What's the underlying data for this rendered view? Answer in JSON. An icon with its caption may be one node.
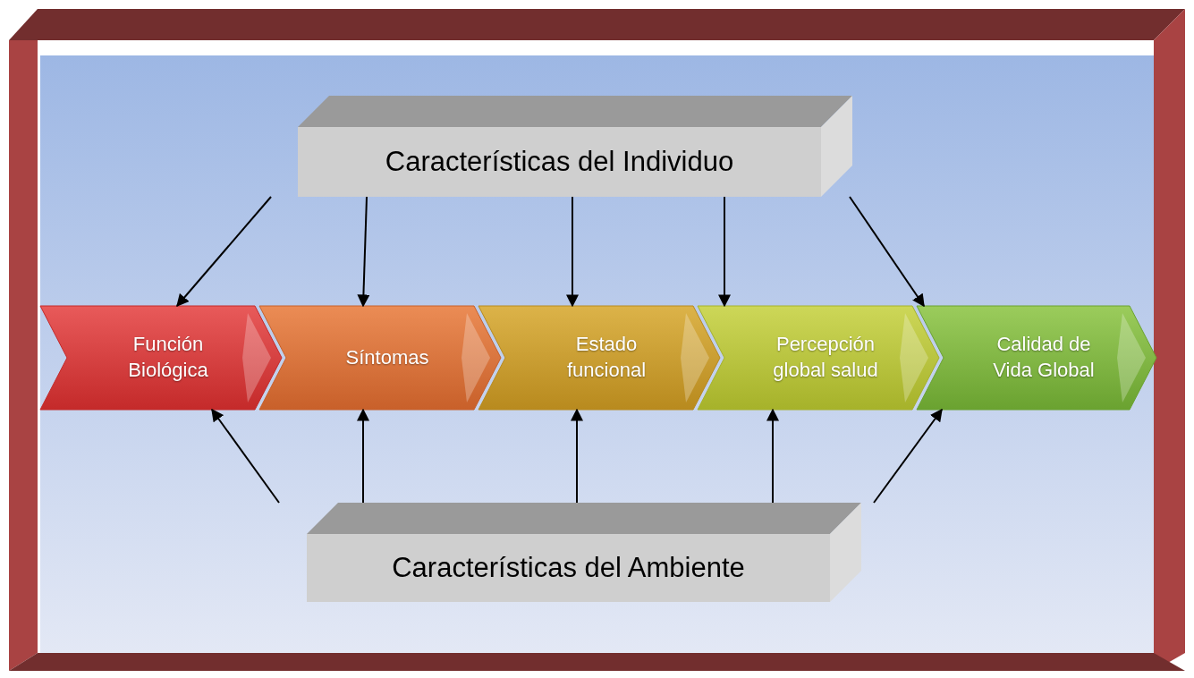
{
  "diagram": {
    "nodes": [
      {
        "text": [
          "Características del Individuo"
        ]
      },
      {
        "text": [
          "Función Biológica"
        ]
      },
      {
        "text": [
          "Síntomas"
        ]
      },
      {
        "text": [
          "Estado funcional"
        ]
      },
      {
        "text": [
          "Percepción global salud"
        ]
      },
      {
        "text": [
          "Calidad de Vida Global"
        ]
      },
      {
        "text": [
          "Características del Ambiente"
        ]
      }
    ],
    "edges": [
      {
        "from": 0,
        "to": 1,
        "arrow": "to"
      },
      {
        "from": 0,
        "to": 2,
        "arrow": "to"
      },
      {
        "from": 0,
        "to": 3,
        "arrow": "to"
      },
      {
        "from": 0,
        "to": 4,
        "arrow": "to"
      },
      {
        "from": 0,
        "to": 5,
        "arrow": "to"
      },
      {
        "from": 6,
        "to": 1,
        "arrow": "to"
      },
      {
        "from": 6,
        "to": 2,
        "arrow": "to"
      },
      {
        "from": 6,
        "to": 3,
        "arrow": "to"
      },
      {
        "from": 6,
        "to": 4,
        "arrow": "to"
      },
      {
        "from": 6,
        "to": 5,
        "arrow": "to"
      }
    ]
  }
}
